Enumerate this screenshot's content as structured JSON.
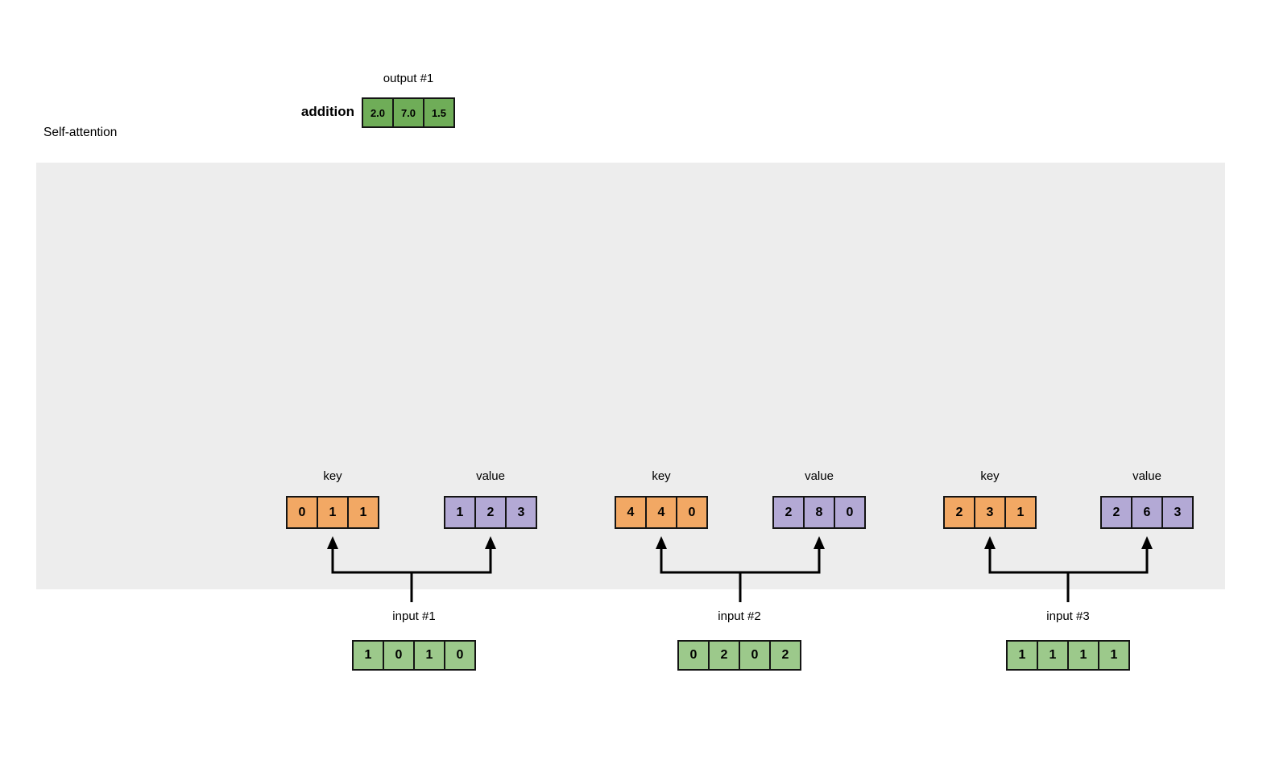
{
  "title": "Self-attention",
  "output": {
    "label": "output #1",
    "operation_label": "addition",
    "cells": [
      "2.0",
      "7.0",
      "1.5"
    ]
  },
  "groups": [
    {
      "key": {
        "label": "key",
        "cells": [
          "0",
          "1",
          "1"
        ]
      },
      "value": {
        "label": "value",
        "cells": [
          "1",
          "2",
          "3"
        ]
      }
    },
    {
      "key": {
        "label": "key",
        "cells": [
          "4",
          "4",
          "0"
        ]
      },
      "value": {
        "label": "value",
        "cells": [
          "2",
          "8",
          "0"
        ]
      }
    },
    {
      "key": {
        "label": "key",
        "cells": [
          "2",
          "3",
          "1"
        ]
      },
      "value": {
        "label": "value",
        "cells": [
          "2",
          "6",
          "3"
        ]
      }
    }
  ],
  "inputs": [
    {
      "label": "input #1",
      "cells": [
        "1",
        "0",
        "1",
        "0"
      ]
    },
    {
      "label": "input #2",
      "cells": [
        "0",
        "2",
        "0",
        "2"
      ]
    },
    {
      "label": "input #3",
      "cells": [
        "1",
        "1",
        "1",
        "1"
      ]
    }
  ],
  "colors": {
    "key_orange": "#f2a864",
    "value_purple": "#b3a9d5",
    "input_green": "#9cc98b",
    "output_green": "#6fad58",
    "panel_gray": "#ededed",
    "line_black": "#000000"
  }
}
